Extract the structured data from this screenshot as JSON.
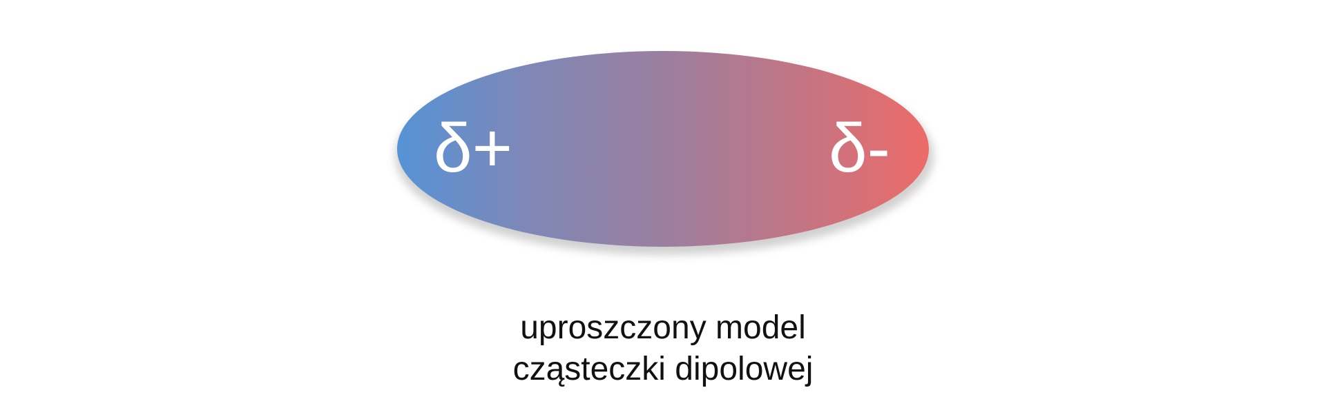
{
  "diagram": {
    "title": "uproszczony model cząsteczki dipolowej",
    "molecule": {
      "shape": "ellipse",
      "gradient_start_color": "#5693d6",
      "gradient_end_color": "#ec6b68",
      "positive_pole_label": "δ+",
      "negative_pole_label": "δ-",
      "label_color": "#ffffff"
    },
    "caption": {
      "line1": "uproszczony model",
      "line2": "cząsteczki dipolowej"
    }
  }
}
